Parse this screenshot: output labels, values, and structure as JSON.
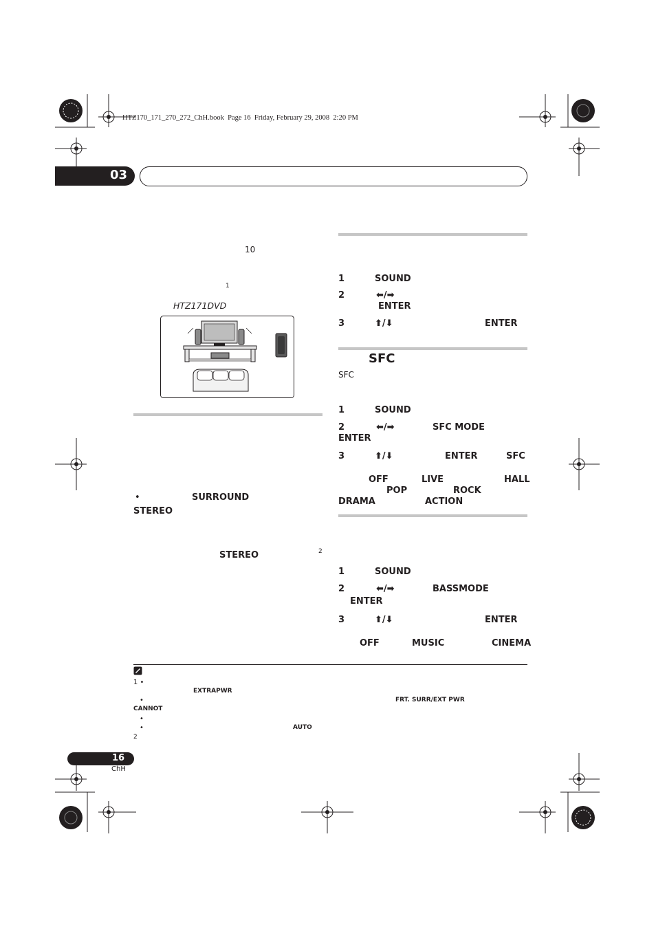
{
  "header": {
    "file_info": "HTZ170_171_270_272_ChH.book  Page 16  Friday, February 29, 2008  2:20 PM",
    "chapter_number": "03"
  },
  "left_column": {
    "ref_10": "10",
    "footnote_ref_1": "1",
    "model_label": "HTZ171DVD",
    "bullet": "•",
    "surround_label": "SURROUND",
    "stereo_label_1": "STEREO",
    "stereo_label_2": "STEREO",
    "footnote_ref_2": "2"
  },
  "right_column": {
    "section1_steps": [
      {
        "num": "1",
        "key": "SOUND"
      },
      {
        "num": "2",
        "arrows": "⬅/➡",
        "key": "ENTER"
      },
      {
        "num": "3",
        "arrows": "⬆/⬇",
        "key": "ENTER"
      }
    ],
    "sfc_heading": "SFC",
    "sfc_sub": "SFC",
    "section2_steps": [
      {
        "num": "1",
        "key": "SOUND"
      },
      {
        "num": "2",
        "arrows": "⬅/➡",
        "key": "SFC MODE",
        "key2": "ENTER"
      },
      {
        "num": "3",
        "arrows": "⬆/⬇",
        "key": "ENTER",
        "key2": "SFC"
      }
    ],
    "sfc_modes": [
      "OFF",
      "LIVE",
      "HALL",
      "POP",
      "ROCK",
      "DRAMA",
      "ACTION"
    ],
    "section3_steps": [
      {
        "num": "1",
        "key": "SOUND"
      },
      {
        "num": "2",
        "arrows": "⬅/➡",
        "key": "BASSMODE",
        "key2": "ENTER"
      },
      {
        "num": "3",
        "arrows": "⬆/⬇",
        "key": "ENTER"
      }
    ],
    "bass_modes": [
      "OFF",
      "MUSIC",
      "CINEMA"
    ]
  },
  "notes": {
    "n1": "1 •",
    "extrapwr": "EXTRAPWR",
    "bullet": "•",
    "frt_surr": "FRT. SURR/EXT PWR",
    "cannot": "CANNOT",
    "auto": "AUTO",
    "n2": "2"
  },
  "footer": {
    "page_number": "16",
    "lang": "ChH"
  }
}
